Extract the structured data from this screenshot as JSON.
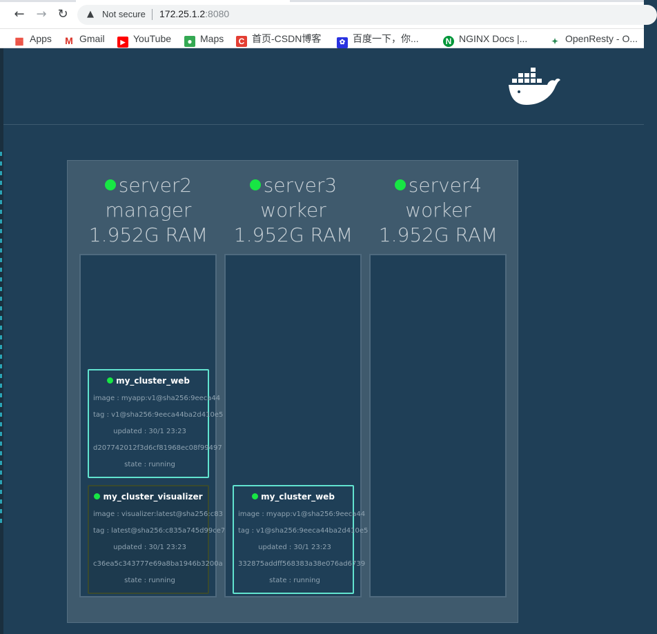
{
  "browser": {
    "security_label": "Not secure",
    "url_host": "172.25.1.2",
    "url_port": ":8080",
    "bookmarks": [
      {
        "label": "Apps",
        "icon": "apps-grid-icon"
      },
      {
        "label": "Gmail",
        "icon": "gmail-icon"
      },
      {
        "label": "YouTube",
        "icon": "youtube-icon"
      },
      {
        "label": "Maps",
        "icon": "maps-icon"
      },
      {
        "label": "首页-CSDN博客",
        "icon": "csdn-icon"
      },
      {
        "label": "百度一下，你...",
        "icon": "baidu-icon"
      },
      {
        "label": "NGINX Docs |...",
        "icon": "nginx-icon"
      },
      {
        "label": "OpenResty - O...",
        "icon": "openresty-icon"
      }
    ]
  },
  "colors": {
    "page_bg": "#1f3f57",
    "cluster_bg": "#3f5a6d",
    "status_green": "#17e644",
    "task_border": "#62e4d0"
  },
  "nodes": [
    {
      "name": "server2",
      "role": "manager",
      "ram": "1.952G RAM",
      "tasks": [
        {
          "name": "my_cluster_web",
          "image": "image : myapp:v1@sha256:9eeca44",
          "tag": "tag : v1@sha256:9eeca44ba2d410e5",
          "updated": "updated : 30/1 23:23",
          "id": "d207742012f3d6cf81968ec08f99497",
          "state": "state : running"
        },
        {
          "name": "my_cluster_visualizer",
          "image": "image : visualizer:latest@sha256:c83",
          "tag": "tag : latest@sha256:c835a745d99ce7",
          "updated": "updated : 30/1 23:23",
          "id": "c36ea5c343777e69a8ba1946b3200a",
          "state": "state : running"
        }
      ]
    },
    {
      "name": "server3",
      "role": "worker",
      "ram": "1.952G RAM",
      "tasks": [
        {
          "name": "my_cluster_web",
          "image": "image : myapp:v1@sha256:9eeca44",
          "tag": "tag : v1@sha256:9eeca44ba2d410e5",
          "updated": "updated : 30/1 23:23",
          "id": "332875addff568383a38e076ad6739",
          "state": "state : running"
        }
      ]
    },
    {
      "name": "server4",
      "role": "worker",
      "ram": "1.952G RAM",
      "tasks": []
    }
  ]
}
